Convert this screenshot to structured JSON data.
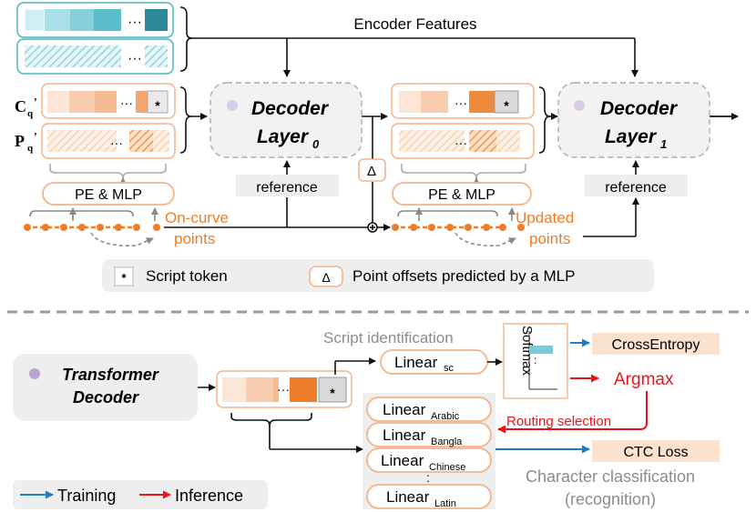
{
  "top": {
    "encoder_features_label": "Encoder Features",
    "cq_label": "C",
    "cq_sub": "q",
    "cq_prime": "'",
    "pq_label": "P",
    "pq_sub": "q",
    "pq_prime": "'",
    "decoder0_line1": "Decoder",
    "decoder0_line2": "Layer",
    "decoder0_sub": "0",
    "decoder1_line1": "Decoder",
    "decoder1_line2": "Layer",
    "decoder1_sub": "1",
    "reference_label": "reference",
    "pe_mlp_label": "PE & MLP",
    "on_curve_line1": "On-curve",
    "on_curve_line2": "points",
    "updated_line1": "Updated",
    "updated_line2": "points",
    "delta_symbol": "Δ",
    "ellipsis": "···",
    "star": "*"
  },
  "legend_top": {
    "script_token_label": "Script token",
    "offsets_label": "Point offsets predicted by a MLP"
  },
  "bottom": {
    "transformer_line1": "Transformer",
    "transformer_line2": "Decoder",
    "script_identification_label": "Script identification",
    "linear_sc": "Linear",
    "linear_sc_sub": "sc",
    "softmax_label": "Softmax",
    "crossentropy_label": "CrossEntropy",
    "argmax_label": "Argmax",
    "routing_label": "Routing selection",
    "ctc_label": "CTC Loss",
    "linear_heads": [
      {
        "name": "Linear",
        "sub": "Arabic"
      },
      {
        "name": "Linear",
        "sub": "Bangla"
      },
      {
        "name": "Linear",
        "sub": "Chinese"
      },
      {
        "name": "Linear",
        "sub": "Latin"
      }
    ],
    "vertical_ellipsis": ":",
    "char_class_line1": "Character classification",
    "char_class_line2": "(recognition)"
  },
  "legend_bottom": {
    "training_label": "Training",
    "inference_label": "Inference"
  },
  "colors": {
    "teal": "#4bb6c4",
    "orange": "#f08a3c",
    "light_orange": "#fbe2cf",
    "red": "#e8141c",
    "blue": "#1d7ec4",
    "gray_box": "#eeeeee"
  }
}
